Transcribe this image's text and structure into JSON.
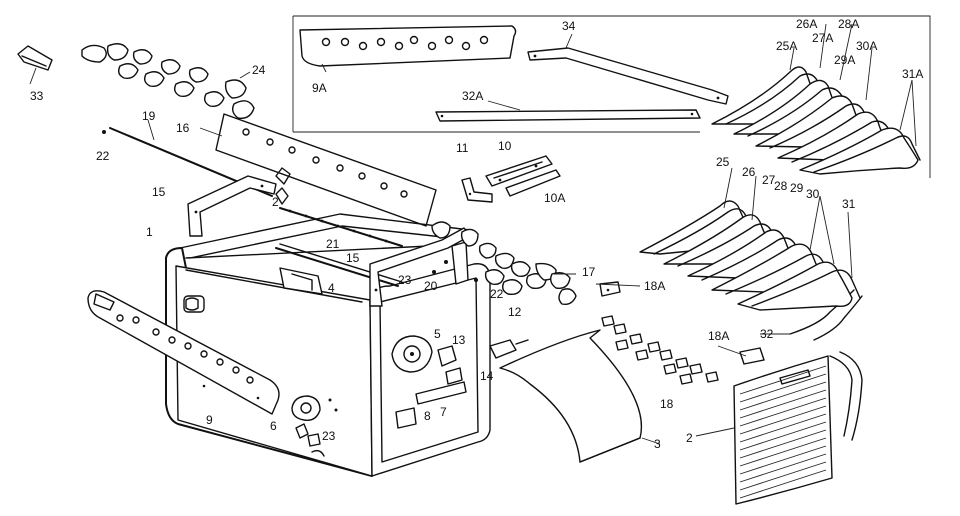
{
  "callouts": [
    {
      "id": "c-33",
      "text": "33"
    },
    {
      "id": "c-24",
      "text": "24"
    },
    {
      "id": "c-19",
      "text": "19"
    },
    {
      "id": "c-16",
      "text": "16"
    },
    {
      "id": "c-22a",
      "text": "22"
    },
    {
      "id": "c-15a",
      "text": "15"
    },
    {
      "id": "c-2a",
      "text": "2"
    },
    {
      "id": "c-1",
      "text": "1"
    },
    {
      "id": "c-21",
      "text": "21"
    },
    {
      "id": "c-15b",
      "text": "15"
    },
    {
      "id": "c-23",
      "text": "23"
    },
    {
      "id": "c-20",
      "text": "20"
    },
    {
      "id": "c-22b",
      "text": "22"
    },
    {
      "id": "c-17",
      "text": "17"
    },
    {
      "id": "c-4",
      "text": "4"
    },
    {
      "id": "c-11",
      "text": "11"
    },
    {
      "id": "c-10",
      "text": "10"
    },
    {
      "id": "c-10a",
      "text": "10A"
    },
    {
      "id": "c-18a1",
      "text": "18A"
    },
    {
      "id": "c-12",
      "text": "12"
    },
    {
      "id": "c-5",
      "text": "5"
    },
    {
      "id": "c-13",
      "text": "13"
    },
    {
      "id": "c-14",
      "text": "14"
    },
    {
      "id": "c-7",
      "text": "7"
    },
    {
      "id": "c-8",
      "text": "8"
    },
    {
      "id": "c-6",
      "text": "6"
    },
    {
      "id": "c-9",
      "text": "9"
    },
    {
      "id": "c-23b",
      "text": "23"
    },
    {
      "id": "c-3",
      "text": "3"
    },
    {
      "id": "c-2",
      "text": "2"
    },
    {
      "id": "c-18",
      "text": "18"
    },
    {
      "id": "c-18a2",
      "text": "18A"
    },
    {
      "id": "c-32",
      "text": "32"
    },
    {
      "id": "c-25",
      "text": "25"
    },
    {
      "id": "c-26",
      "text": "26"
    },
    {
      "id": "c-27",
      "text": "27"
    },
    {
      "id": "c-28",
      "text": "28"
    },
    {
      "id": "c-29",
      "text": "29"
    },
    {
      "id": "c-30",
      "text": "30"
    },
    {
      "id": "c-31",
      "text": "31"
    },
    {
      "id": "c-9a",
      "text": "9A"
    },
    {
      "id": "c-34",
      "text": "34"
    },
    {
      "id": "c-32a",
      "text": "32A"
    },
    {
      "id": "c-25a",
      "text": "25A"
    },
    {
      "id": "c-26a",
      "text": "26A"
    },
    {
      "id": "c-27a",
      "text": "27A"
    },
    {
      "id": "c-28a",
      "text": "28A"
    },
    {
      "id": "c-29a",
      "text": "29A"
    },
    {
      "id": "c-30a",
      "text": "30A"
    },
    {
      "id": "c-31a",
      "text": "31A"
    }
  ]
}
